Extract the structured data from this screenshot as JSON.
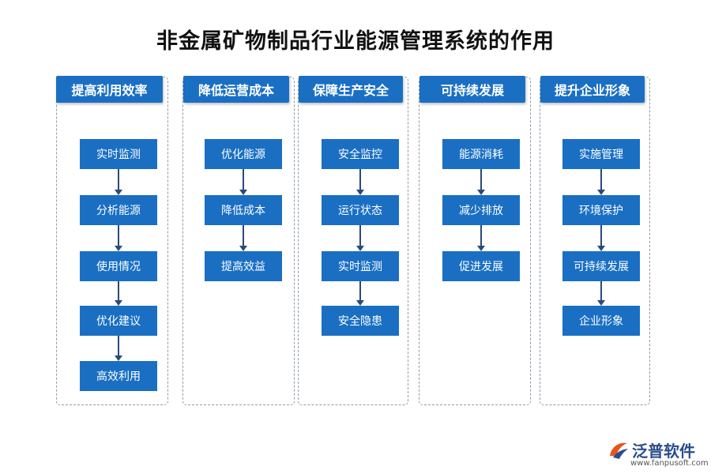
{
  "title": "非金属矿物制品行业能源管理系统的作用",
  "columns": [
    {
      "header": "提高利用效率",
      "nodes": [
        "实时监测",
        "分析能源",
        "使用情况",
        "优化建议",
        "高效利用"
      ]
    },
    {
      "header": "降低运营成本",
      "nodes": [
        "优化能源",
        "降低成本",
        "提高效益"
      ]
    },
    {
      "header": "保障生产安全",
      "nodes": [
        "安全监控",
        "运行状态",
        "实时监测",
        "安全隐患"
      ]
    },
    {
      "header": "可持续发展",
      "nodes": [
        "能源消耗",
        "减少排放",
        "促进发展"
      ]
    },
    {
      "header": "提升企业形象",
      "nodes": [
        "实施管理",
        "环境保护",
        "可持续发展",
        "企业形象"
      ]
    }
  ],
  "logo": {
    "name": "泛普软件",
    "url": "www.fanpusoft.com"
  },
  "colors": {
    "box": "#1a6fc3",
    "arrow": "#2a4a7a",
    "border": "#8f9aa8"
  }
}
